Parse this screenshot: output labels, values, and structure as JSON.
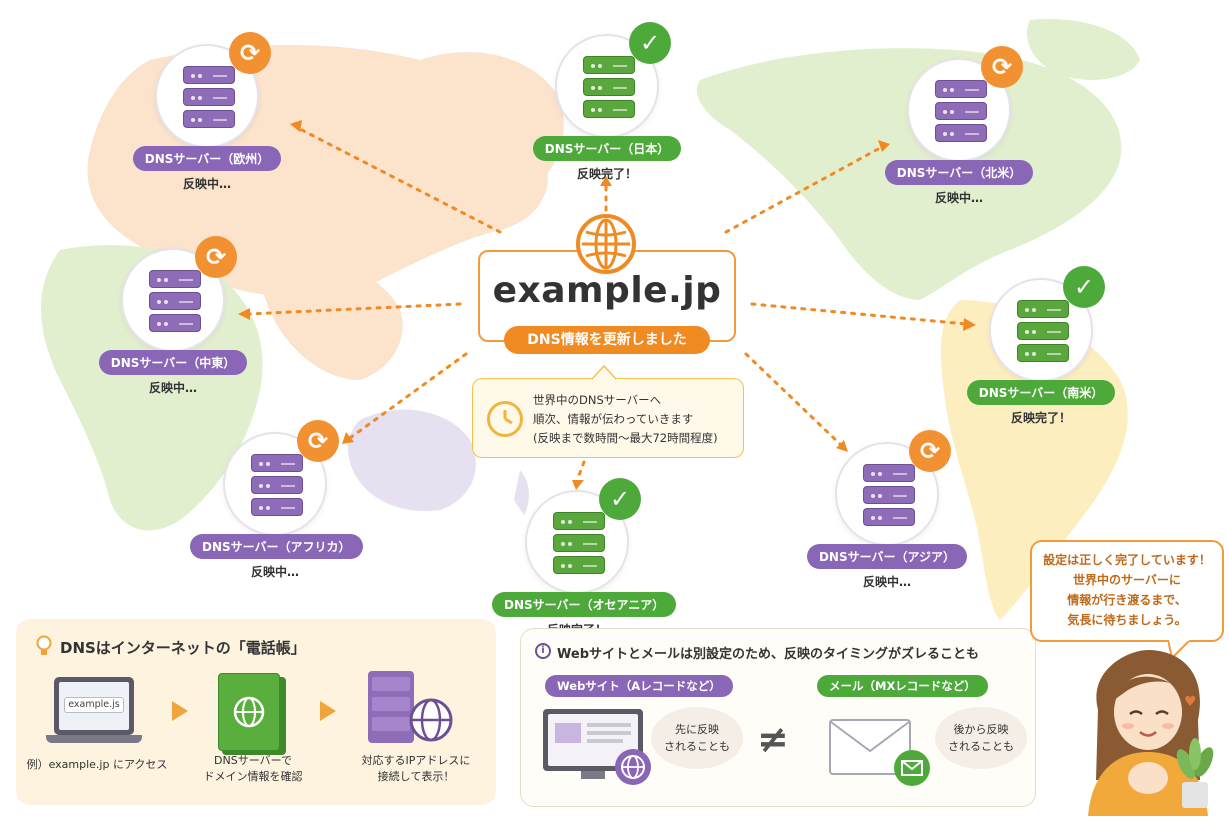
{
  "central": {
    "domain": "example.jp",
    "banner": "DNS情報を更新しました"
  },
  "info": {
    "line1": "世界中のDNSサーバーへ",
    "line2": "順次、情報が伝わっていきます",
    "line3": "(反映まで数時間〜最大72時間程度)"
  },
  "nodes": {
    "europe": {
      "label": "DNSサーバー（欧州）",
      "status": "反映中…",
      "badge_icon": "refresh-icon"
    },
    "japan": {
      "label": "DNSサーバー（日本）",
      "status": "反映完了！",
      "badge_icon": "check-icon"
    },
    "north_america": {
      "label": "DNSサーバー（北米）",
      "status": "反映中…",
      "badge_icon": "refresh-icon"
    },
    "middle_east": {
      "label": "DNSサーバー（中東）",
      "status": "反映中…",
      "badge_icon": "refresh-icon"
    },
    "south_america": {
      "label": "DNSサーバー（南米）",
      "status": "反映完了！",
      "badge_icon": "check-icon"
    },
    "africa": {
      "label": "DNSサーバー（アフリカ）",
      "status": "反映中…",
      "badge_icon": "refresh-icon"
    },
    "oceania": {
      "label": "DNSサーバー（オセアニア）",
      "status": "反映完了！",
      "badge_icon": "check-icon"
    },
    "asia": {
      "label": "DNSサーバー（アジア）",
      "status": "反映中…",
      "badge_icon": "refresh-icon"
    }
  },
  "phonebook": {
    "title": "DNSはインターネットの「電話帳」",
    "url_text": "example.js",
    "step1": "例）example.jp にアクセス",
    "step2_line1": "DNSサーバーで",
    "step2_line2": "ドメイン情報を確認",
    "step3_line1": "対応するIPアドレスに",
    "step3_line2": "接続して表示！"
  },
  "timing": {
    "title": "Webサイトとメールは別設定のため、反映のタイミングがズレることも",
    "web_tag": "Webサイト（Aレコードなど）",
    "mail_tag": "メール（MXレコードなど）",
    "web_bubble_line1": "先に反映",
    "web_bubble_line2": "されることも",
    "mail_bubble_line1": "後から反映",
    "mail_bubble_line2": "されることも",
    "not_equal": "≠"
  },
  "speech": {
    "line1": "設定は正しく完了しています！",
    "line2": "世界中のサーバーに",
    "line3": "情報が行き渡るまで、",
    "line4": "気長に待ちましょう。"
  },
  "colors": {
    "orange": "#f08a22",
    "purple": "#8a66b6",
    "green": "#4da93a",
    "map_peach": "#fbe3cc",
    "map_green": "#e2efcf",
    "map_yellow": "#fdeec0",
    "map_lavender": "#e7e0f0"
  }
}
